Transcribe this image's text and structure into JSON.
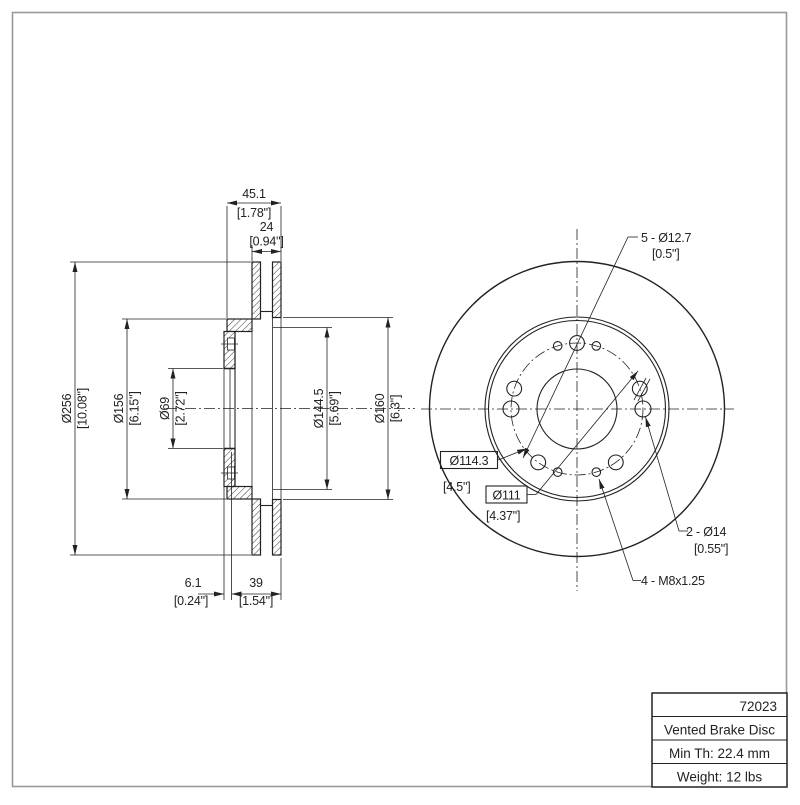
{
  "style": {
    "ink": "#222222",
    "frame": "#9a9a9a",
    "background": "#ffffff"
  },
  "section_view": {
    "width_mm": "45.1",
    "width_in": "[1.78\"]",
    "thickness_mm": "24",
    "thickness_in": "[0.94\"]",
    "outer_dia_mm": "Ø256",
    "outer_dia_in": "[10.08\"]",
    "hat_dia_mm": "Ø156",
    "hat_dia_in": "[6.15\"]",
    "bore_dia_mm": "Ø69",
    "bore_dia_in": "[2.72\"]",
    "vent_dia_mm": "Ø144.5",
    "vent_dia_in": "[5.69\"]",
    "inner_dia_mm": "Ø160",
    "inner_dia_in": "[6.3\"]",
    "offset_mm": "6.1",
    "offset_in": "[0.24\"]",
    "depth_mm": "39",
    "depth_in": "[1.54\"]"
  },
  "front_view": {
    "lug_holes_label": "5 - Ø12.7",
    "lug_holes_in": "[0.5\"]",
    "bolt_circle_label": "Ø114.3",
    "bolt_circle_in": "[4.5\"]",
    "pilot_circle_label": "Ø111",
    "pilot_circle_in": "[4.37\"]",
    "extra_holes_label": "2 - Ø14",
    "extra_holes_in": "[0.55\"]",
    "thread_label": "4 - M8x1.25"
  },
  "title_block": {
    "part_number": "72023",
    "description": "Vented Brake Disc",
    "min_thickness": "Min Th: 22.4 mm",
    "weight": "Weight: 12 lbs"
  }
}
